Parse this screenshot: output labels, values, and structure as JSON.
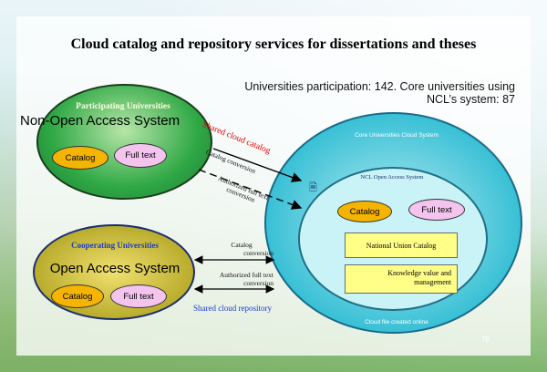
{
  "title": "Cloud catalog and repository services for dissertations and theses",
  "stats": {
    "line1": "Universities participation: 142. Core universities using",
    "line2": "NCL’s system: 87"
  },
  "participating": {
    "title": "Participating Universities",
    "system": "Non-Open Access System",
    "catalog": "Catalog",
    "fulltext": "Full text"
  },
  "cooperating": {
    "title": "Cooperating Universities",
    "system": "Open Access System",
    "catalog": "Catalog",
    "fulltext": "Full text"
  },
  "core": {
    "title": "Core Universities Cloud System",
    "ncl_title": "NCL Open Access System",
    "catalog": "Catalog",
    "fulltext": "Full text",
    "union_catalog": "National Union Catalog",
    "knowledge_line1": "Knowledge value and",
    "knowledge_line2": "management",
    "footer": "Cloud file created online"
  },
  "connectors": {
    "shared_cloud_catalog": "Shared cloud catalog",
    "catalog_conversion": "Catalog conversion",
    "authorized_fulltext_a": "Authorized full text",
    "authorized_fulltext_b": "conversion",
    "catalog_conv_line1": "Catalog",
    "catalog_conv_line2": "conversion",
    "auth_full_line1": "Authorized full text",
    "auth_full_line2": "conversion",
    "shared_cloud_repository": "Shared cloud repository"
  },
  "page_number": "78",
  "colors": {
    "red_label": "#e00000",
    "blue_label": "#1a3cc8",
    "catalog_fill": "#f5b400",
    "fulltext_fill": "#f4c4ef"
  }
}
